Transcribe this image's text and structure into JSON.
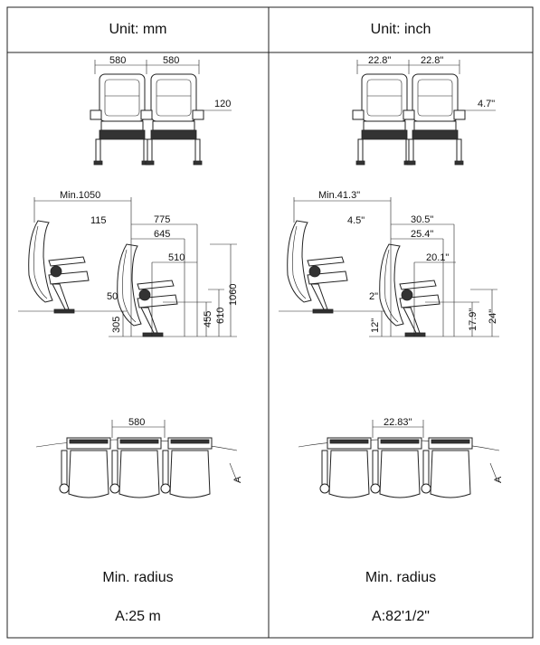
{
  "table": {
    "header_left": "Unit: mm",
    "header_right": "Unit: inch",
    "footer_left_label": "Min. radius",
    "footer_right_label": "Min. radius",
    "footer_left_value": "A:25 m",
    "footer_right_value": "A:82'1/2\""
  },
  "mm": {
    "width_seat_1": "580",
    "width_seat_2": "580",
    "armrest": "120",
    "recline_total": "Min.1050",
    "back_offset": "115",
    "depth_max": "775",
    "depth_mid": "645",
    "depth_seat": "510",
    "seat_gap": "50",
    "height_total": "1060",
    "height_arm": "610",
    "height_seat": "455",
    "height_base": "305",
    "row_width": "580",
    "radius_letter": "A"
  },
  "inch": {
    "width_seat_1": "22.8\"",
    "width_seat_2": "22.8\"",
    "armrest": "4.7\"",
    "recline_total": "Min.41.3\"",
    "back_offset": "4.5\"",
    "depth_max": "30.5\"",
    "depth_mid": "25.4\"",
    "depth_seat": "20.1\"",
    "seat_gap": "2\"",
    "height_arm": "24\"",
    "height_seat": "17.9\"",
    "height_base": "12\"",
    "row_width": "22.83\"",
    "radius_letter": "A"
  }
}
